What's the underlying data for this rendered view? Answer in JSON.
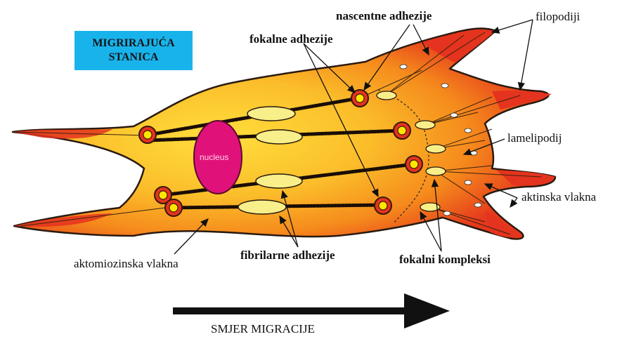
{
  "title": {
    "line1": "MIGRIRAJUĆA",
    "line2": "STANICA"
  },
  "nucleus_label": "nucleus",
  "labels": {
    "nascent_adhesions": "nascentne adhezije",
    "focal_adhesions": "fokalne adhezije",
    "filopodia": "filopodiji",
    "lamellipodium": "lamelipodij",
    "actin_fibers": "aktinska vlakna",
    "actomyosin_fibers": "aktomiozinska vlakna",
    "fibrillar_adhesions": "fibrilarne adhezije",
    "focal_complexes": "fokalni kompleksi"
  },
  "direction_label": "SMJER MIGRACIJE",
  "colors": {
    "title_bg": "#19b3ec",
    "cell_core": "#ffd23a",
    "cell_mid": "#f7a21d",
    "cell_edge": "#e8321e",
    "nucleus": "#e0127a",
    "adhesion": "#f8f08a"
  }
}
